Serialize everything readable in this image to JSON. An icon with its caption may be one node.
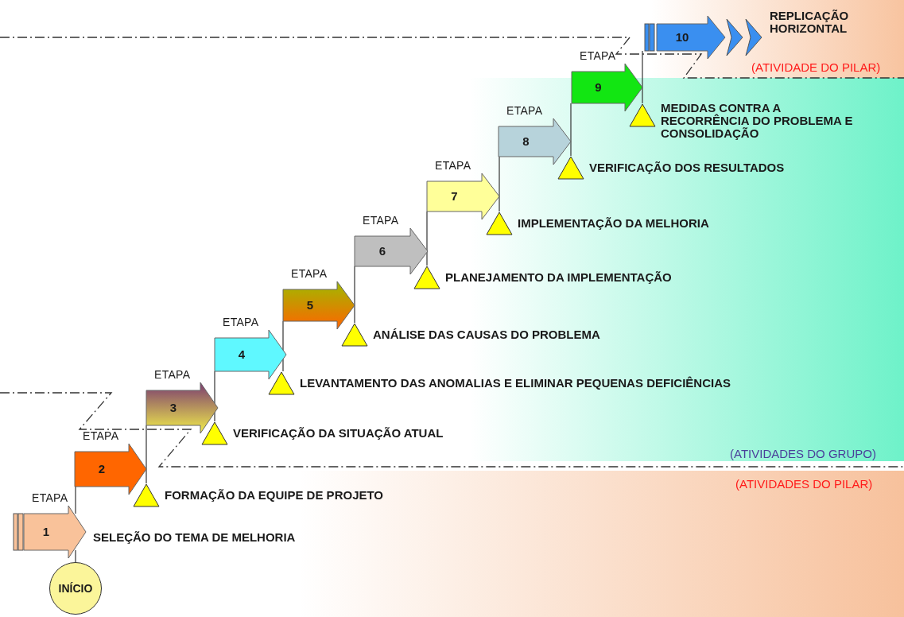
{
  "diagram": {
    "nodes": [
      {
        "text": [
          "INÍCIO"
        ]
      },
      {
        "text": [
          "ETAPA",
          "1"
        ],
        "beside": [
          "SELEÇÃO DO TEMA DE MELHORIA"
        ]
      },
      {
        "text": [
          "ETAPA",
          "2"
        ]
      },
      {
        "text": [],
        "shape": "triangle",
        "beside": [
          "FORMAÇÃO DA EQUIPE DE PROJETO"
        ]
      },
      {
        "text": [
          "ETAPA",
          "3"
        ]
      },
      {
        "text": [],
        "shape": "triangle",
        "beside": [
          "VERIFICAÇÃO DA SITUAÇÃO ATUAL"
        ]
      },
      {
        "text": [
          "ETAPA",
          "4"
        ]
      },
      {
        "text": [],
        "shape": "triangle",
        "beside": [
          "LEVANTAMENTO DAS ANOMALIAS E ELIMINAR PEQUENAS DEFICIÊNCIAS"
        ]
      },
      {
        "text": [
          "ETAPA",
          "5"
        ]
      },
      {
        "text": [],
        "shape": "triangle",
        "beside": [
          "ANÁLISE DAS CAUSAS DO PROBLEMA"
        ]
      },
      {
        "text": [
          "ETAPA",
          "6"
        ]
      },
      {
        "text": [],
        "shape": "triangle",
        "beside": [
          "PLANEJAMENTO DA IMPLEMENTAÇÃO"
        ]
      },
      {
        "text": [
          "ETAPA",
          "7"
        ]
      },
      {
        "text": [],
        "shape": "triangle",
        "beside": [
          "IMPLEMENTAÇÃO DA MELHORIA"
        ]
      },
      {
        "text": [
          "ETAPA",
          "8"
        ]
      },
      {
        "text": [],
        "shape": "triangle",
        "beside": [
          "VERIFICAÇÃO DOS RESULTADOS"
        ]
      },
      {
        "text": [
          "ETAPA",
          "9"
        ]
      },
      {
        "text": [],
        "shape": "triangle",
        "beside": [
          "MEDIDAS CONTRA A RECORRÊNCIA DO PROBLEMA E CONSOLIDAÇÃO"
        ]
      },
      {
        "text": [
          "10"
        ],
        "beside": [
          "REPLICAÇÃO HORIZONTAL"
        ]
      }
    ],
    "edges": [
      {
        "from": 0,
        "to": 1,
        "arrow": "none"
      },
      {
        "from": 1,
        "to": 2,
        "arrow": "none"
      },
      {
        "from": 3,
        "to": 4,
        "arrow": "none"
      },
      {
        "from": 5,
        "to": 6,
        "arrow": "none"
      },
      {
        "from": 7,
        "to": 8,
        "arrow": "none"
      },
      {
        "from": 9,
        "to": 10,
        "arrow": "none"
      },
      {
        "from": 11,
        "to": 12,
        "arrow": "none"
      },
      {
        "from": 13,
        "to": 14,
        "arrow": "none"
      },
      {
        "from": 15,
        "to": 16,
        "arrow": "none"
      },
      {
        "from": 17,
        "to": 18,
        "arrow": "none"
      }
    ],
    "labels": [
      "(ATIVIDADE DO PILAR)",
      "(ATIVIDADES DO GRUPO)",
      "(ATIVIDADES DO PILAR)"
    ]
  }
}
